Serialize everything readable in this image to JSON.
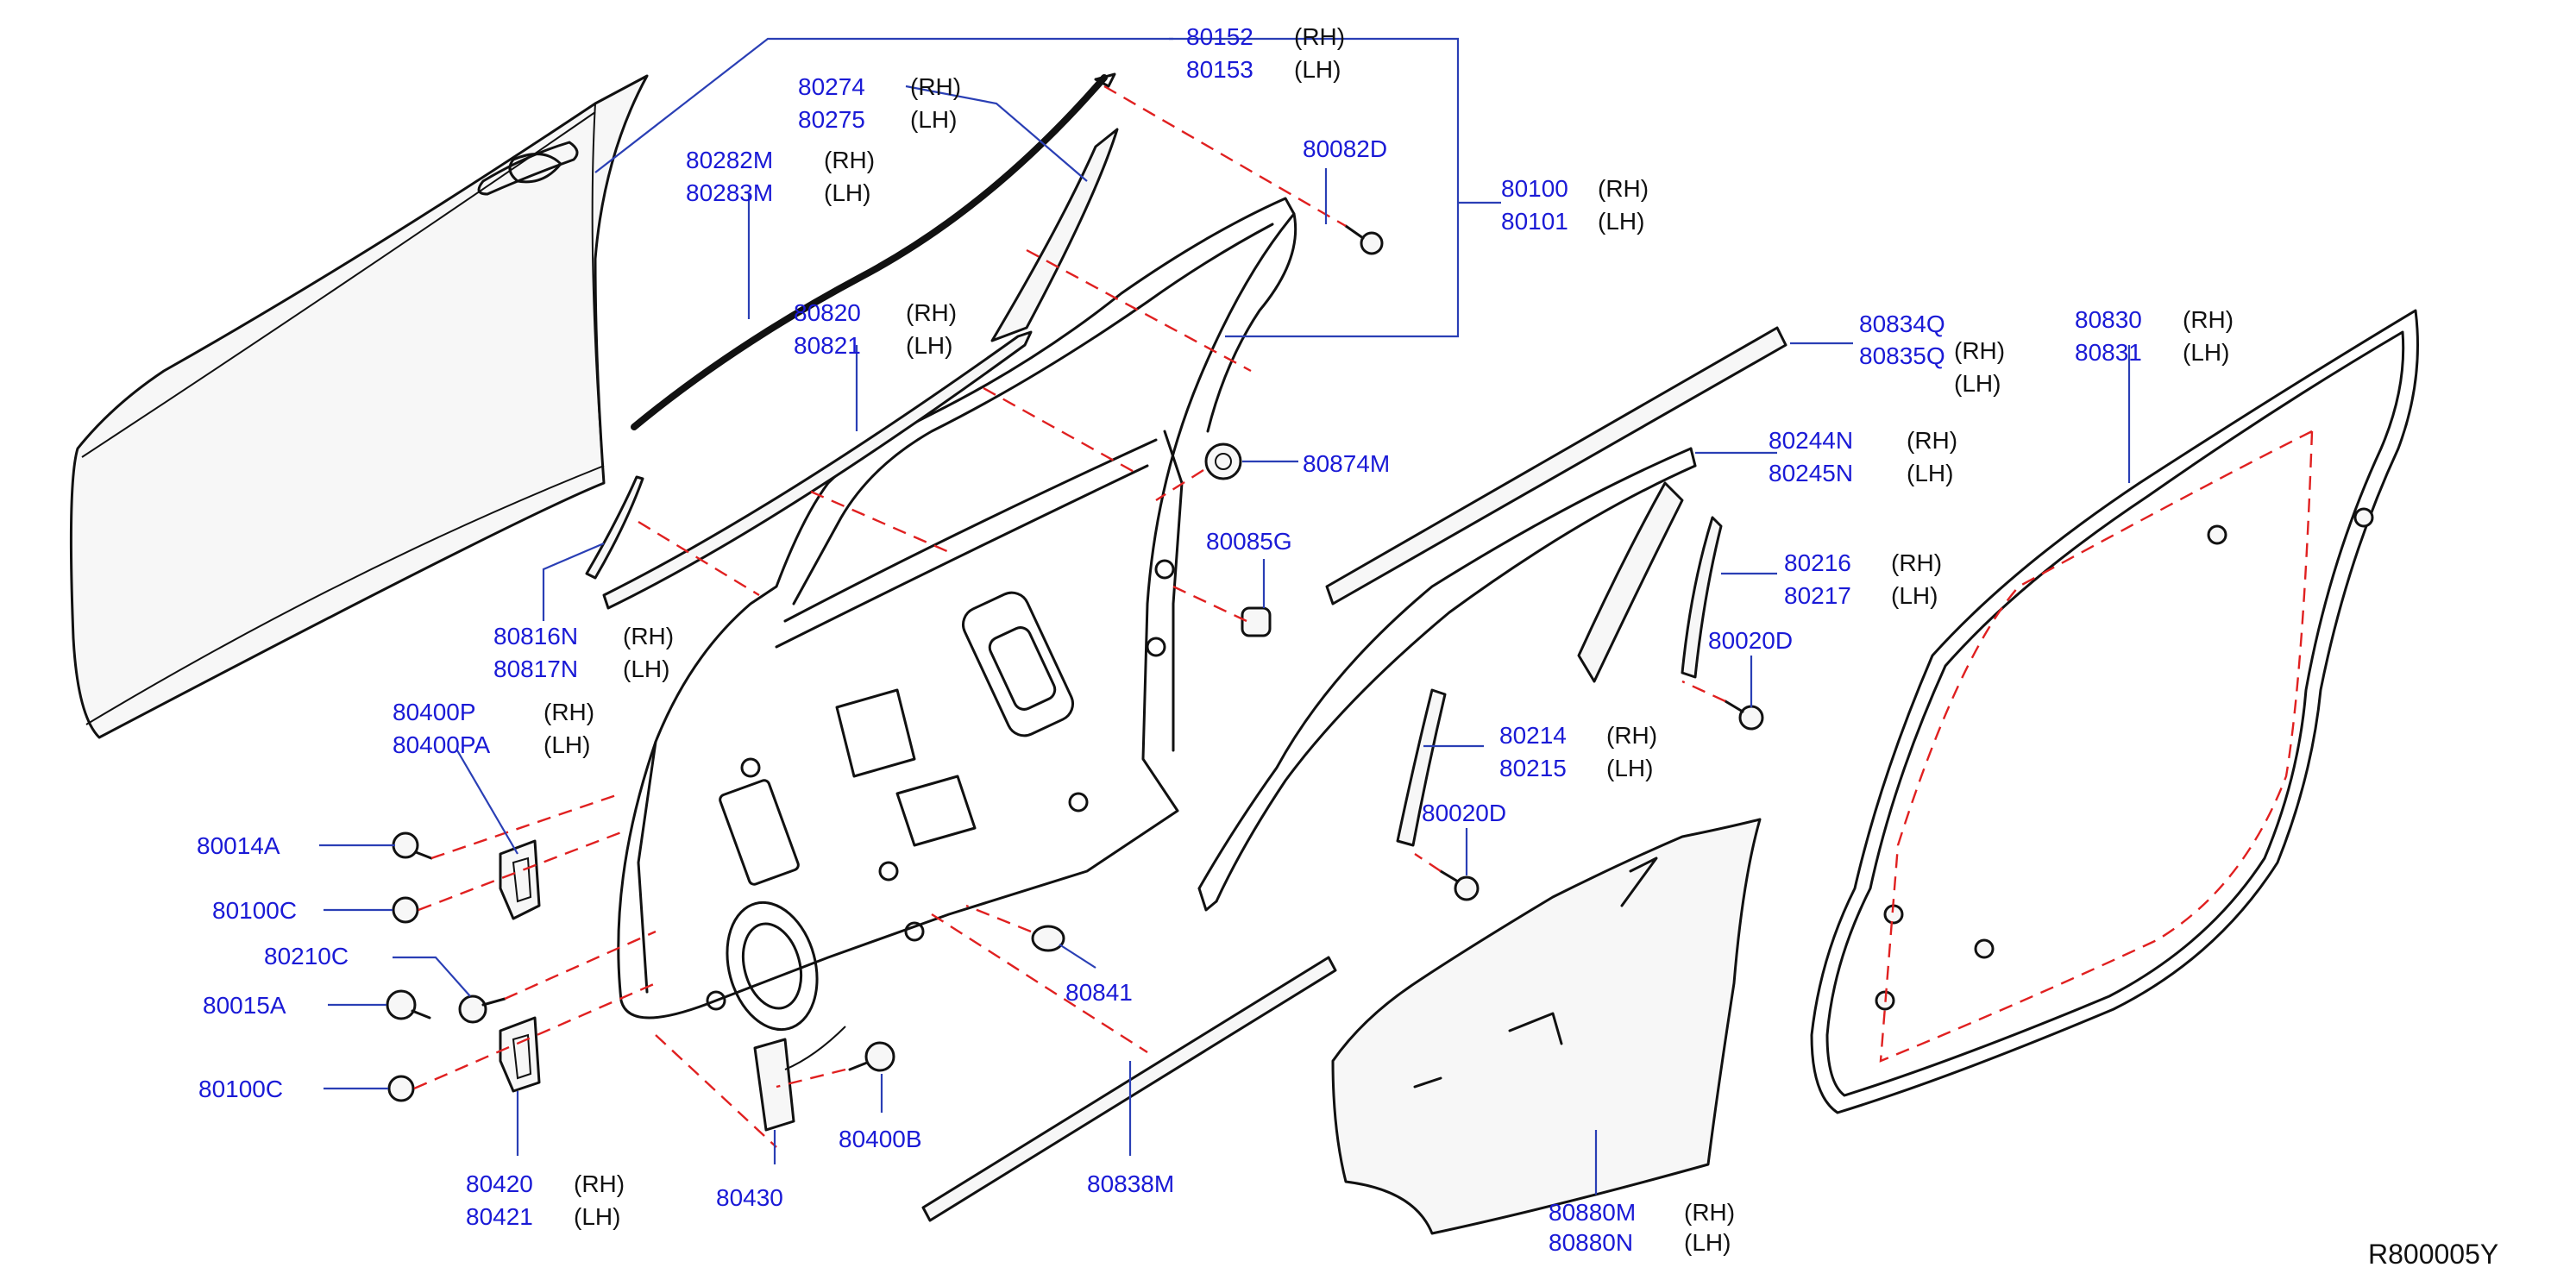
{
  "callouts": [
    {
      "id": "c80152",
      "number": "80152",
      "side": "(RH)"
    },
    {
      "id": "c80153",
      "number": "80153",
      "side": "(LH)"
    },
    {
      "id": "c80274",
      "number": "80274",
      "side": "(RH)"
    },
    {
      "id": "c80275",
      "number": "80275",
      "side": "(LH)"
    },
    {
      "id": "c80282m",
      "number": "80282M",
      "side": "(RH)"
    },
    {
      "id": "c80283m",
      "number": "80283M",
      "side": "(LH)"
    },
    {
      "id": "c80082d",
      "number": "80082D",
      "side": ""
    },
    {
      "id": "c80100",
      "number": "80100",
      "side": "(RH)"
    },
    {
      "id": "c80101",
      "number": "80101",
      "side": "(LH)"
    },
    {
      "id": "c80820",
      "number": "80820",
      "side": "(RH)"
    },
    {
      "id": "c80821",
      "number": "80821",
      "side": "(LH)"
    },
    {
      "id": "c80834q",
      "number": "80834Q",
      "side": ""
    },
    {
      "id": "c80835q",
      "number": "80835Q",
      "side": "(RH)"
    },
    {
      "id": "c80835q_lh",
      "number": "",
      "side": "(LH)"
    },
    {
      "id": "c80830",
      "number": "80830",
      "side": "(RH)"
    },
    {
      "id": "c80831",
      "number": "80831",
      "side": "(LH)"
    },
    {
      "id": "c80874m",
      "number": "80874M",
      "side": ""
    },
    {
      "id": "c80244n",
      "number": "80244N",
      "side": "(RH)"
    },
    {
      "id": "c80245n",
      "number": "80245N",
      "side": "(LH)"
    },
    {
      "id": "c80085g",
      "number": "80085G",
      "side": ""
    },
    {
      "id": "c80216",
      "number": "80216",
      "side": "(RH)"
    },
    {
      "id": "c80217",
      "number": "80217",
      "side": "(LH)"
    },
    {
      "id": "c80816n",
      "number": "80816N",
      "side": "(RH)"
    },
    {
      "id": "c80817n",
      "number": "80817N",
      "side": "(LH)"
    },
    {
      "id": "c80020d_a",
      "number": "80020D",
      "side": ""
    },
    {
      "id": "c80400p",
      "number": "80400P",
      "side": "(RH)"
    },
    {
      "id": "c80400pa",
      "number": "80400PA",
      "side": "(LH)"
    },
    {
      "id": "c80214",
      "number": "80214",
      "side": "(RH)"
    },
    {
      "id": "c80215",
      "number": "80215",
      "side": "(LH)"
    },
    {
      "id": "c80014a",
      "number": "80014A",
      "side": ""
    },
    {
      "id": "c80020d_b",
      "number": "80020D",
      "side": ""
    },
    {
      "id": "c80100c_a",
      "number": "80100C",
      "side": ""
    },
    {
      "id": "c80210c",
      "number": "80210C",
      "side": ""
    },
    {
      "id": "c80841",
      "number": "80841",
      "side": ""
    },
    {
      "id": "c80015a",
      "number": "80015A",
      "side": ""
    },
    {
      "id": "c80100c_b",
      "number": "80100C",
      "side": ""
    },
    {
      "id": "c80400b",
      "number": "80400B",
      "side": ""
    },
    {
      "id": "c80420",
      "number": "80420",
      "side": "(RH)"
    },
    {
      "id": "c80421",
      "number": "80421",
      "side": "(LH)"
    },
    {
      "id": "c80430",
      "number": "80430",
      "side": ""
    },
    {
      "id": "c80838m",
      "number": "80838M",
      "side": ""
    },
    {
      "id": "c80880m",
      "number": "80880M",
      "side": "(RH)"
    },
    {
      "id": "c80880n",
      "number": "80880N",
      "side": "(LH)"
    }
  ],
  "reference_code": "R800005Y",
  "colors": {
    "part_number": "#1a1ad6",
    "leader": "#2a3fb5",
    "dash": "#e02020",
    "outline": "#111111"
  }
}
